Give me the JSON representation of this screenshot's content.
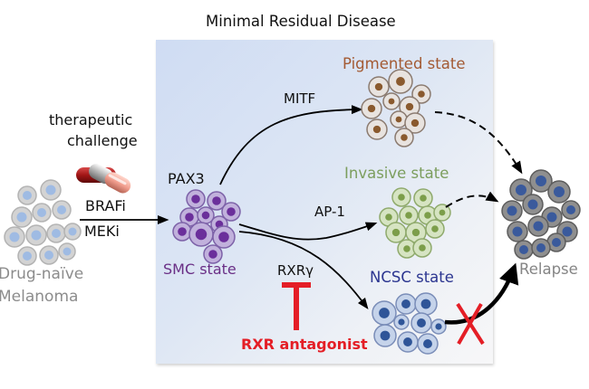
{
  "title": "Minimal Residual Disease",
  "treatment": {
    "line1": "therapeutic",
    "line2": "challenge",
    "drug1": "BRAFi",
    "drug2": "MEKi"
  },
  "origin": {
    "line1": "Drug-naïve",
    "line2": "Melanoma"
  },
  "smc": {
    "marker": "PAX3",
    "label": "SMC state",
    "color": "#6a2f86"
  },
  "pathways": {
    "mitf": "MITF",
    "ap1": "AP-1",
    "rxrg": "RXRγ"
  },
  "states": {
    "pigmented": {
      "label": "Pigmented state",
      "color": "#a35a33"
    },
    "invasive": {
      "label": "Invasive state",
      "color": "#7c9e5e"
    },
    "ncsc": {
      "label": "NCSC state",
      "color": "#2b3590"
    }
  },
  "inhibitor": {
    "label": "RXR antagonist",
    "color": "#e41e26"
  },
  "outcome": {
    "label": "Relapse",
    "color": "#858585"
  }
}
